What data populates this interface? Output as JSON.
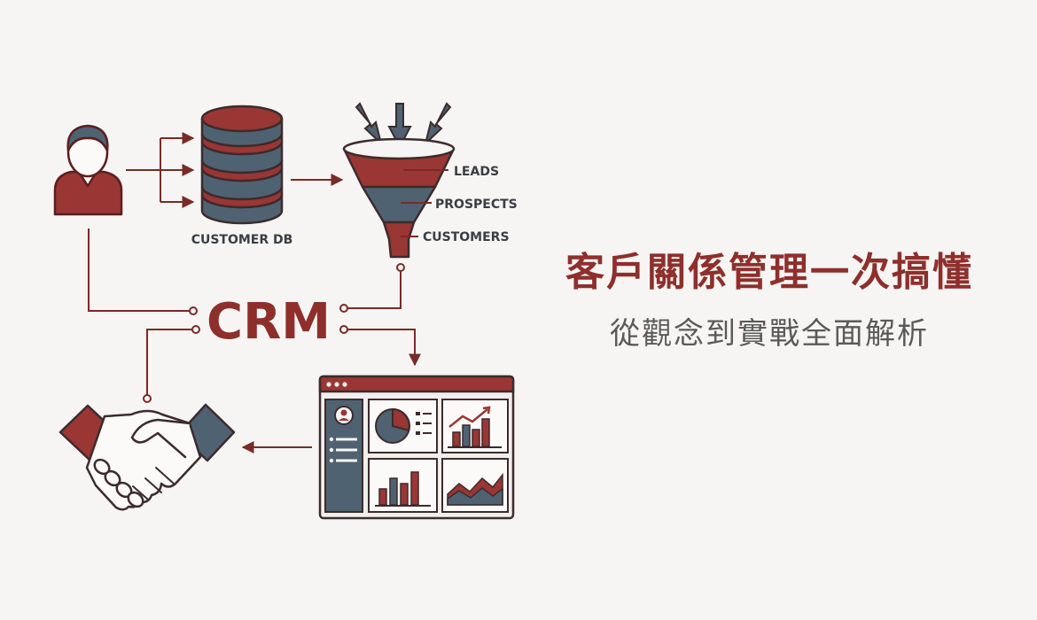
{
  "diagram": {
    "center_label": "CRM",
    "database_label": "CUSTOMER DB",
    "funnel_stages": [
      "LEADS",
      "PROSPECTS",
      "CUSTOMERS"
    ]
  },
  "title": {
    "main": "客戶關係管理一次搞懂",
    "sub": "從觀念到實戰全面解析"
  },
  "colors": {
    "primary_red": "#8e2f2c",
    "slate": "#4f6272",
    "outline": "#5a1f1d",
    "background": "#f6f5f3"
  },
  "icons": [
    "user-icon",
    "database-icon",
    "funnel-icon",
    "dashboard-icon",
    "handshake-icon"
  ]
}
